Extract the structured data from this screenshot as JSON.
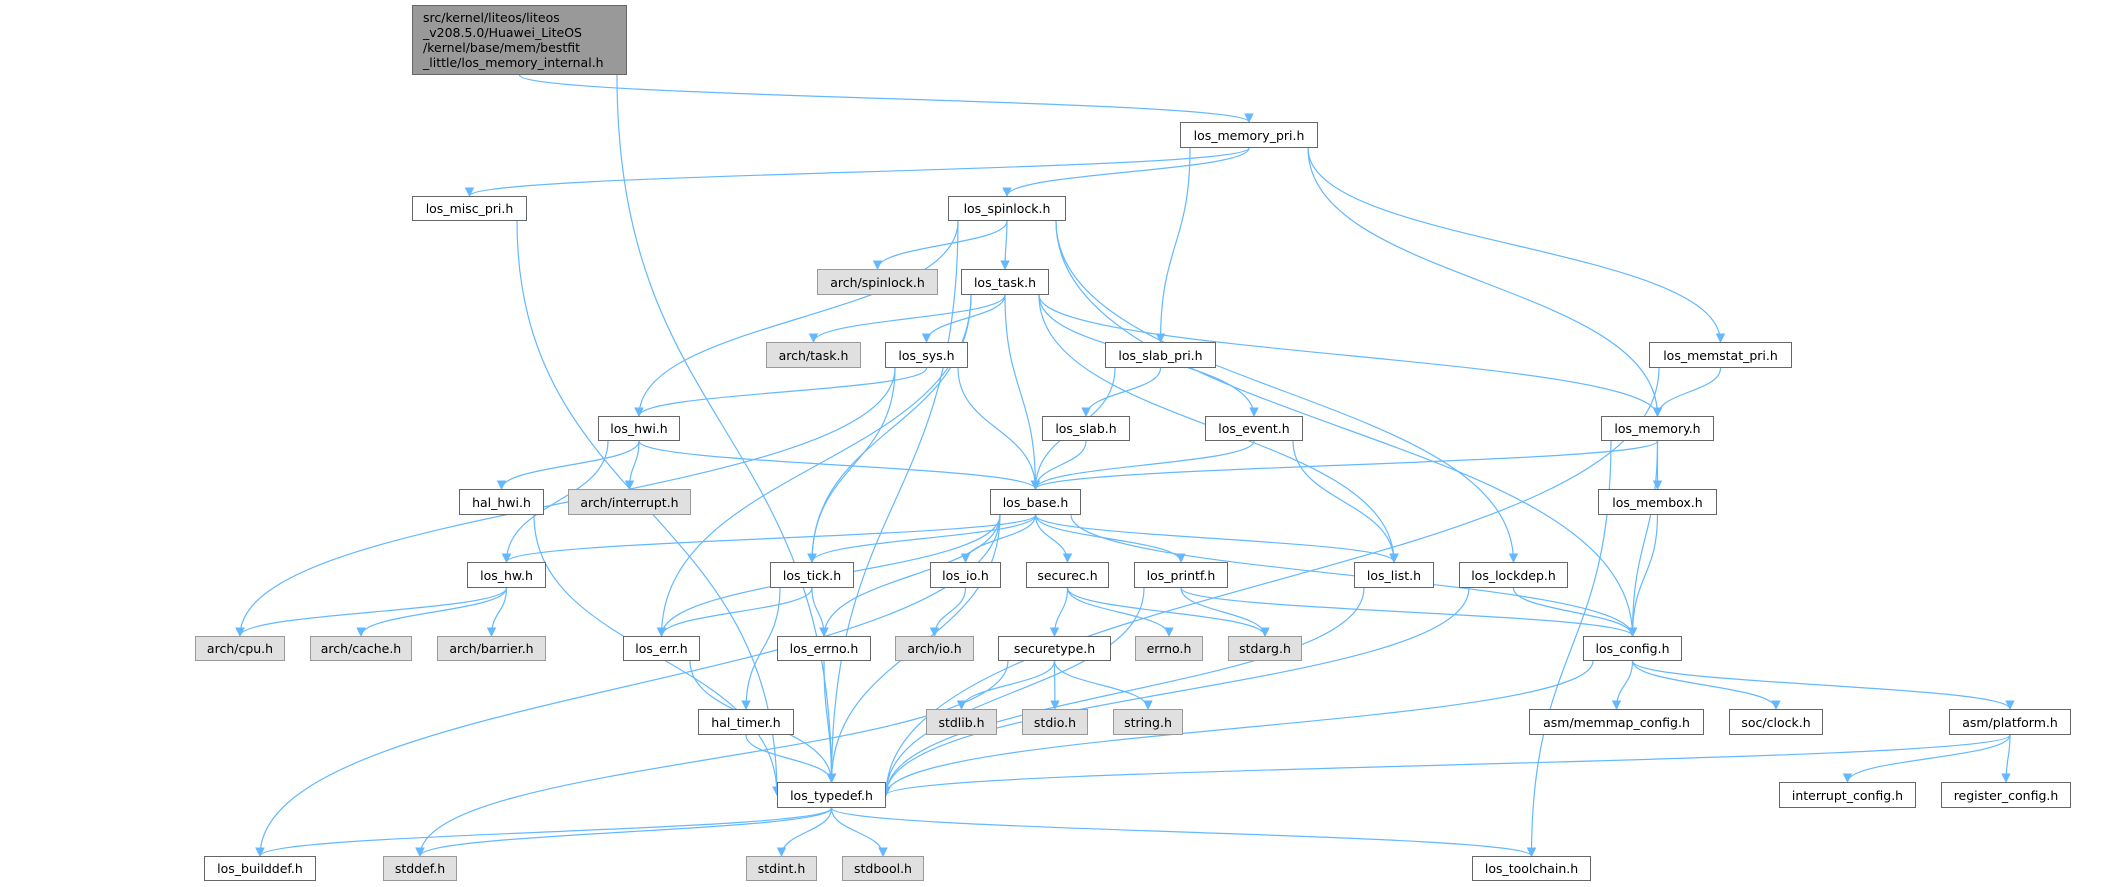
{
  "colors": {
    "edge": "#63b8ff",
    "node_border": "#666666",
    "external_fill": "#e0e0e0",
    "root_fill": "#999999"
  },
  "nodes": [
    {
      "id": "root",
      "label": "src/kernel/liteos/liteos\n_v208.5.0/Huawei_LiteOS\n/kernel/base/mem/bestfit\n_little/los_memory_internal.h",
      "kind": "root"
    },
    {
      "id": "los_memory_pri",
      "label": "los_memory_pri.h",
      "kind": "doc"
    },
    {
      "id": "los_misc_pri",
      "label": "los_misc_pri.h",
      "kind": "doc"
    },
    {
      "id": "los_spinlock",
      "label": "los_spinlock.h",
      "kind": "doc"
    },
    {
      "id": "arch_spinlock",
      "label": "arch/spinlock.h",
      "kind": "ext"
    },
    {
      "id": "los_task",
      "label": "los_task.h",
      "kind": "doc"
    },
    {
      "id": "arch_task",
      "label": "arch/task.h",
      "kind": "ext"
    },
    {
      "id": "los_sys",
      "label": "los_sys.h",
      "kind": "doc"
    },
    {
      "id": "los_slab_pri",
      "label": "los_slab_pri.h",
      "kind": "doc"
    },
    {
      "id": "los_memstat_pri",
      "label": "los_memstat_pri.h",
      "kind": "doc"
    },
    {
      "id": "los_hwi",
      "label": "los_hwi.h",
      "kind": "doc"
    },
    {
      "id": "los_slab",
      "label": "los_slab.h",
      "kind": "doc"
    },
    {
      "id": "los_event",
      "label": "los_event.h",
      "kind": "doc"
    },
    {
      "id": "los_memory",
      "label": "los_memory.h",
      "kind": "doc"
    },
    {
      "id": "hal_hwi",
      "label": "hal_hwi.h",
      "kind": "doc"
    },
    {
      "id": "arch_interrupt",
      "label": "arch/interrupt.h",
      "kind": "ext"
    },
    {
      "id": "los_base",
      "label": "los_base.h",
      "kind": "doc"
    },
    {
      "id": "los_membox",
      "label": "los_membox.h",
      "kind": "doc"
    },
    {
      "id": "los_hw",
      "label": "los_hw.h",
      "kind": "doc"
    },
    {
      "id": "los_tick",
      "label": "los_tick.h",
      "kind": "doc"
    },
    {
      "id": "los_io",
      "label": "los_io.h",
      "kind": "doc"
    },
    {
      "id": "securec",
      "label": "securec.h",
      "kind": "doc"
    },
    {
      "id": "los_printf",
      "label": "los_printf.h",
      "kind": "doc"
    },
    {
      "id": "los_list",
      "label": "los_list.h",
      "kind": "doc"
    },
    {
      "id": "los_lockdep",
      "label": "los_lockdep.h",
      "kind": "doc"
    },
    {
      "id": "arch_cpu",
      "label": "arch/cpu.h",
      "kind": "ext"
    },
    {
      "id": "arch_cache",
      "label": "arch/cache.h",
      "kind": "ext"
    },
    {
      "id": "arch_barrier",
      "label": "arch/barrier.h",
      "kind": "ext"
    },
    {
      "id": "los_err",
      "label": "los_err.h",
      "kind": "doc"
    },
    {
      "id": "los_errno",
      "label": "los_errno.h",
      "kind": "doc"
    },
    {
      "id": "arch_io",
      "label": "arch/io.h",
      "kind": "ext"
    },
    {
      "id": "securetype",
      "label": "securetype.h",
      "kind": "doc"
    },
    {
      "id": "errno",
      "label": "errno.h",
      "kind": "ext"
    },
    {
      "id": "stdarg",
      "label": "stdarg.h",
      "kind": "ext"
    },
    {
      "id": "los_config",
      "label": "los_config.h",
      "kind": "doc"
    },
    {
      "id": "hal_timer",
      "label": "hal_timer.h",
      "kind": "doc"
    },
    {
      "id": "stdlib",
      "label": "stdlib.h",
      "kind": "ext"
    },
    {
      "id": "stdio",
      "label": "stdio.h",
      "kind": "ext"
    },
    {
      "id": "string",
      "label": "string.h",
      "kind": "ext"
    },
    {
      "id": "asm_memmap_config",
      "label": "asm/memmap_config.h",
      "kind": "doc"
    },
    {
      "id": "soc_clock",
      "label": "soc/clock.h",
      "kind": "doc"
    },
    {
      "id": "asm_platform",
      "label": "asm/platform.h",
      "kind": "doc"
    },
    {
      "id": "los_typedef",
      "label": "los_typedef.h",
      "kind": "doc"
    },
    {
      "id": "interrupt_config",
      "label": "interrupt_config.h",
      "kind": "doc"
    },
    {
      "id": "register_config",
      "label": "register_config.h",
      "kind": "doc"
    },
    {
      "id": "los_builddef",
      "label": "los_builddef.h",
      "kind": "doc"
    },
    {
      "id": "stddef",
      "label": "stddef.h",
      "kind": "ext"
    },
    {
      "id": "stdint",
      "label": "stdint.h",
      "kind": "ext"
    },
    {
      "id": "stdbool",
      "label": "stdbool.h",
      "kind": "ext"
    },
    {
      "id": "los_toolchain",
      "label": "los_toolchain.h",
      "kind": "doc"
    }
  ],
  "edges": [
    [
      "root",
      "los_typedef"
    ],
    [
      "root",
      "los_memory_pri"
    ],
    [
      "los_memory_pri",
      "los_misc_pri"
    ],
    [
      "los_memory_pri",
      "los_spinlock"
    ],
    [
      "los_memory_pri",
      "los_slab_pri"
    ],
    [
      "los_memory_pri",
      "los_memory"
    ],
    [
      "los_memory_pri",
      "los_memstat_pri"
    ],
    [
      "los_misc_pri",
      "los_typedef"
    ],
    [
      "los_spinlock",
      "los_typedef"
    ],
    [
      "los_spinlock",
      "los_hwi"
    ],
    [
      "los_spinlock",
      "arch_spinlock"
    ],
    [
      "los_spinlock",
      "los_task"
    ],
    [
      "los_spinlock",
      "los_lockdep"
    ],
    [
      "los_spinlock",
      "los_config"
    ],
    [
      "los_task",
      "los_err"
    ],
    [
      "los_task",
      "los_tick"
    ],
    [
      "los_task",
      "arch_task"
    ],
    [
      "los_task",
      "los_sys"
    ],
    [
      "los_task",
      "los_base"
    ],
    [
      "los_task",
      "los_event"
    ],
    [
      "los_task",
      "los_list"
    ],
    [
      "los_task",
      "los_memory"
    ],
    [
      "los_sys",
      "los_hwi"
    ],
    [
      "los_sys",
      "arch_cpu"
    ],
    [
      "los_sys",
      "los_tick"
    ],
    [
      "los_sys",
      "los_base"
    ],
    [
      "los_hwi",
      "hal_hwi"
    ],
    [
      "los_hwi",
      "arch_interrupt"
    ],
    [
      "los_hwi",
      "los_base"
    ],
    [
      "los_hwi",
      "los_hw"
    ],
    [
      "los_slab_pri",
      "los_slab"
    ],
    [
      "los_slab_pri",
      "los_base"
    ],
    [
      "los_slab",
      "los_base"
    ],
    [
      "los_event",
      "los_base"
    ],
    [
      "los_event",
      "los_list"
    ],
    [
      "los_memstat_pri",
      "los_memory"
    ],
    [
      "los_memstat_pri",
      "los_typedef"
    ],
    [
      "los_memory",
      "los_base"
    ],
    [
      "los_memory",
      "los_membox"
    ],
    [
      "los_memory",
      "los_config"
    ],
    [
      "los_memory",
      "los_toolchain"
    ],
    [
      "hal_hwi",
      "los_typedef"
    ],
    [
      "los_base",
      "los_hw"
    ],
    [
      "los_base",
      "los_builddef"
    ],
    [
      "los_base",
      "los_err"
    ],
    [
      "los_base",
      "los_tick"
    ],
    [
      "los_base",
      "los_errno"
    ],
    [
      "los_base",
      "los_io"
    ],
    [
      "los_base",
      "securec"
    ],
    [
      "los_base",
      "los_printf"
    ],
    [
      "los_base",
      "los_list"
    ],
    [
      "los_base",
      "los_config"
    ],
    [
      "los_base",
      "los_typedef"
    ],
    [
      "los_membox",
      "los_config"
    ],
    [
      "los_hw",
      "arch_cpu"
    ],
    [
      "los_hw",
      "arch_cache"
    ],
    [
      "los_hw",
      "arch_barrier"
    ],
    [
      "los_tick",
      "los_err"
    ],
    [
      "los_tick",
      "los_errno"
    ],
    [
      "los_tick",
      "hal_timer"
    ],
    [
      "los_io",
      "arch_io"
    ],
    [
      "securec",
      "securetype"
    ],
    [
      "securec",
      "errno"
    ],
    [
      "securec",
      "stdarg"
    ],
    [
      "los_printf",
      "stdarg"
    ],
    [
      "los_printf",
      "los_config"
    ],
    [
      "los_printf",
      "los_typedef"
    ],
    [
      "los_list",
      "los_typedef"
    ],
    [
      "los_lockdep",
      "los_config"
    ],
    [
      "los_lockdep",
      "los_typedef"
    ],
    [
      "los_err",
      "los_typedef"
    ],
    [
      "los_errno",
      "los_typedef"
    ],
    [
      "securetype",
      "stddef"
    ],
    [
      "securetype",
      "stdlib"
    ],
    [
      "securetype",
      "stdio"
    ],
    [
      "securetype",
      "string"
    ],
    [
      "hal_timer",
      "los_typedef"
    ],
    [
      "los_config",
      "asm_memmap_config"
    ],
    [
      "los_config",
      "soc_clock"
    ],
    [
      "los_config",
      "asm_platform"
    ],
    [
      "los_config",
      "los_typedef"
    ],
    [
      "asm_platform",
      "los_typedef"
    ],
    [
      "asm_platform",
      "interrupt_config"
    ],
    [
      "asm_platform",
      "register_config"
    ],
    [
      "los_typedef",
      "los_builddef"
    ],
    [
      "los_typedef",
      "stddef"
    ],
    [
      "los_typedef",
      "stdint"
    ],
    [
      "los_typedef",
      "stdbool"
    ],
    [
      "los_typedef",
      "los_toolchain"
    ]
  ]
}
